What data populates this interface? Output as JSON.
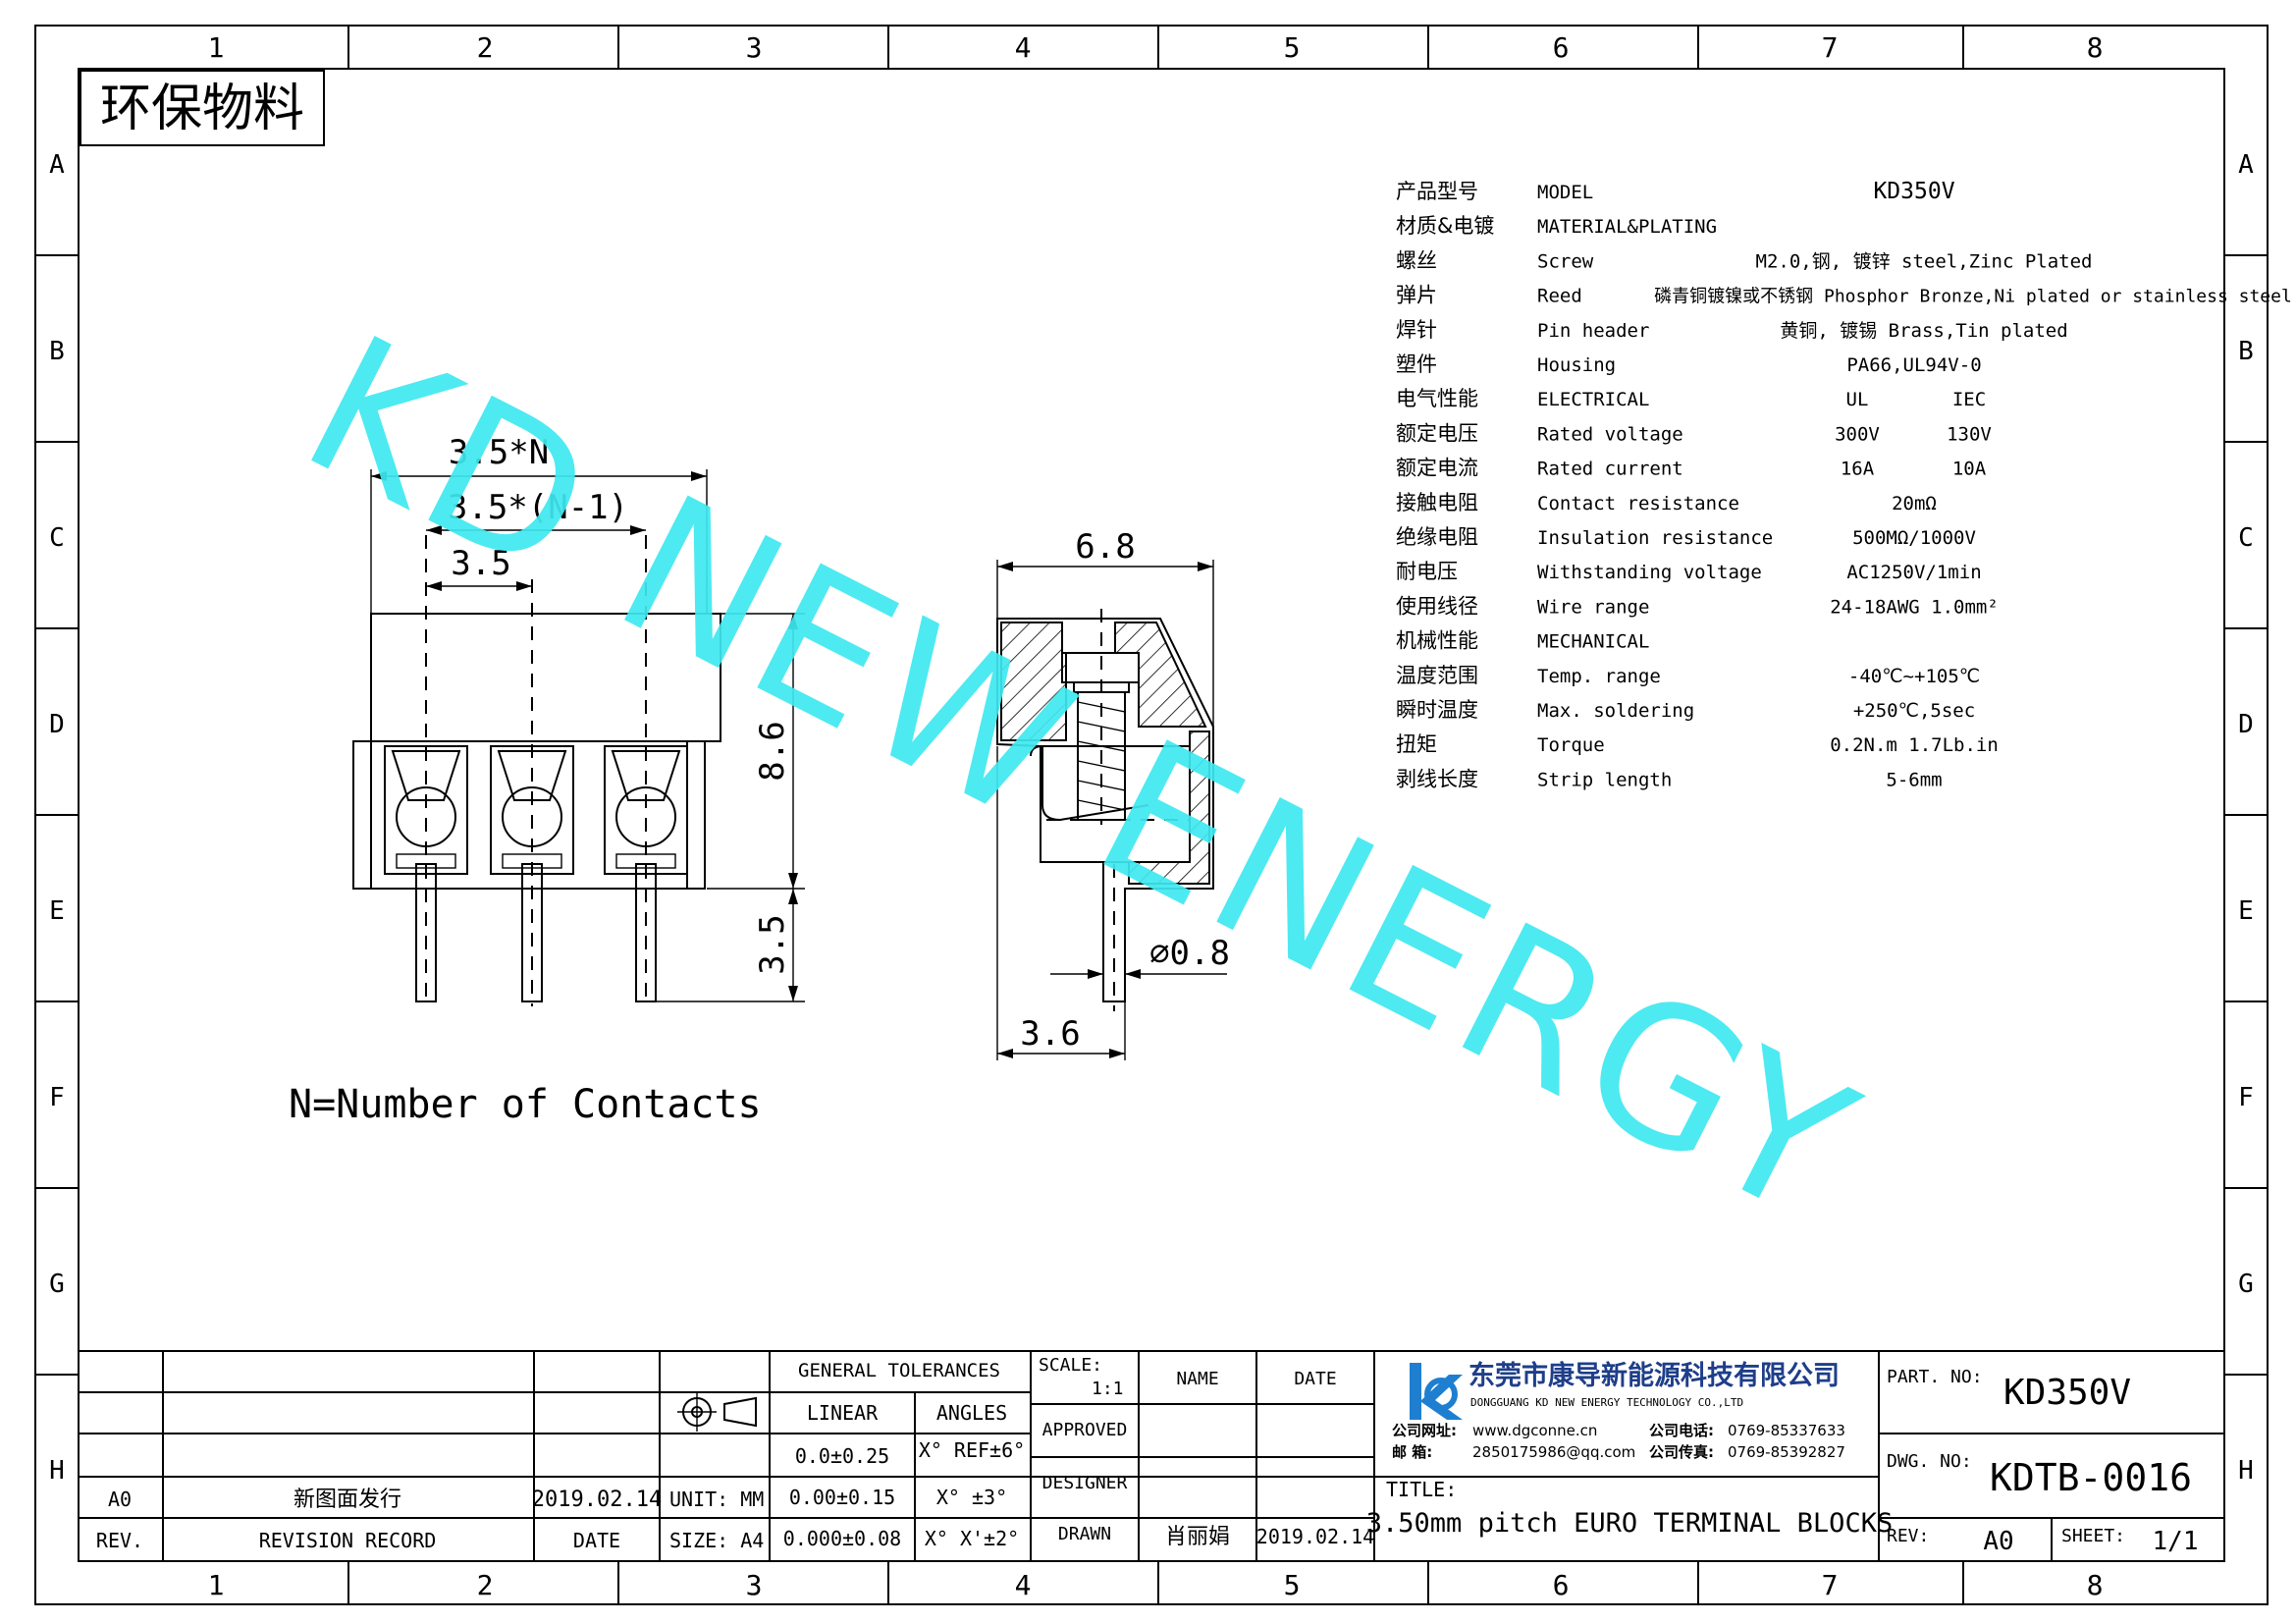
{
  "grid": {
    "cols": [
      "1",
      "2",
      "3",
      "4",
      "5",
      "6",
      "7",
      "8"
    ],
    "rows": [
      "A",
      "B",
      "C",
      "D",
      "E",
      "F",
      "G",
      "H"
    ]
  },
  "stamp": "环保物料",
  "watermark": "KD NEW ENERGY",
  "drawing": {
    "dim_35N": "3.5*N",
    "dim_35N1": "3.5*(N-1)",
    "dim_35": "3.5",
    "dim_86": "8.6",
    "dim_35v": "3.5",
    "dim_68": "6.8",
    "dim_08": "⌀0.8",
    "dim_36": "3.6",
    "n_note": "N=Number of Contacts"
  },
  "specs": [
    {
      "cn": "产品型号",
      "en": "MODEL",
      "v1": "KD350V",
      "v2": ""
    },
    {
      "cn": "材质&电镀",
      "en": "MATERIAL&PLATING",
      "v1": "",
      "v2": ""
    },
    {
      "cn": "螺丝",
      "en": "Screw",
      "v1": "M2.0,钢, 镀锌 steel,Zinc Plated",
      "v2": ""
    },
    {
      "cn": "弹片",
      "en": "Reed",
      "v1": "磷青铜镀镍或不锈钢 Phosphor Bronze,Ni plated or stainless steel",
      "v2": ""
    },
    {
      "cn": "焊针",
      "en": "Pin header",
      "v1": "黄铜, 镀锡 Brass,Tin plated",
      "v2": ""
    },
    {
      "cn": "塑件",
      "en": "Housing",
      "v1": "PA66,UL94V-0",
      "v2": ""
    },
    {
      "cn": "电气性能",
      "en": "ELECTRICAL",
      "v1": "UL",
      "v2": "IEC"
    },
    {
      "cn": "额定电压",
      "en": "Rated voltage",
      "v1": "300V",
      "v2": "130V"
    },
    {
      "cn": "额定电流",
      "en": "Rated current",
      "v1": "16A",
      "v2": "10A"
    },
    {
      "cn": "接触电阻",
      "en": "Contact resistance",
      "v1": "20mΩ",
      "v2": ""
    },
    {
      "cn": "绝缘电阻",
      "en": "Insulation resistance",
      "v1": "500MΩ/1000V",
      "v2": ""
    },
    {
      "cn": "耐电压",
      "en": "Withstanding voltage",
      "v1": "AC1250V/1min",
      "v2": ""
    },
    {
      "cn": "使用线径",
      "en": "Wire range",
      "v1": "24-18AWG 1.0mm²",
      "v2": ""
    },
    {
      "cn": "机械性能",
      "en": "MECHANICAL",
      "v1": "",
      "v2": ""
    },
    {
      "cn": "温度范围",
      "en": "Temp. range",
      "v1": "-40℃~+105℃",
      "v2": ""
    },
    {
      "cn": "瞬时温度",
      "en": "Max. soldering",
      "v1": "+250℃,5sec",
      "v2": ""
    },
    {
      "cn": "扭矩",
      "en": "Torque",
      "v1": "0.2N.m  1.7Lb.in",
      "v2": ""
    },
    {
      "cn": "剥线长度",
      "en": "Strip length",
      "v1": "5-6mm",
      "v2": ""
    }
  ],
  "titleblock": {
    "rev_code": "A0",
    "rev_desc": "新图面发行",
    "rev_date": "2019.02.14",
    "rev_label": "REV.",
    "revision_record": "REVISION RECORD",
    "date_label": "DATE",
    "unit": "UNIT: MM",
    "size": "SIZE: A4",
    "general_tol": "GENERAL TOLERANCES",
    "linear": "LINEAR",
    "angles": "ANGLES",
    "tol1a": "0.0±0.25",
    "tol1b": "X° REF±6°",
    "tol2a": "0.00±0.15",
    "tol2b": "X° ±3°",
    "tol3a": "0.000±0.08",
    "tol3b": "X° X'±2°",
    "scale_label": "SCALE:",
    "scale": "1:1",
    "name_label": "NAME",
    "date_hdr": "DATE",
    "approved": "APPROVED",
    "designer": "DESIGNER",
    "drawn": "DRAWN",
    "drawn_name": "肖丽娟",
    "drawn_date": "2019.02.14",
    "company_cn": "东莞市康导新能源科技有限公司",
    "company_en": "DONGGUANG KD NEW ENERGY TECHNOLOGY CO.,LTD",
    "web_label": "公司网址:",
    "web": "www.dgconne.cn",
    "tel_label": "公司电话:",
    "tel": "0769-85337633",
    "mail_label": "邮    箱:",
    "mail": "2850175986@qq.com",
    "fax_label": "公司传真:",
    "fax": "0769-85392827",
    "title_label": "TITLE:",
    "title": "3.50mm pitch EURO TERMINAL BLOCKS",
    "partno_label": "PART. NO:",
    "partno": "KD350V",
    "dwgno_label": "DWG. NO:",
    "dwgno": "KDTB-0016",
    "rev2_label": "REV:",
    "rev2": "A0",
    "sheet_label": "SHEET:",
    "sheet": "1/1"
  },
  "colors": {
    "watermark": "#3ee8f0",
    "logo": "#1e7fd0"
  }
}
